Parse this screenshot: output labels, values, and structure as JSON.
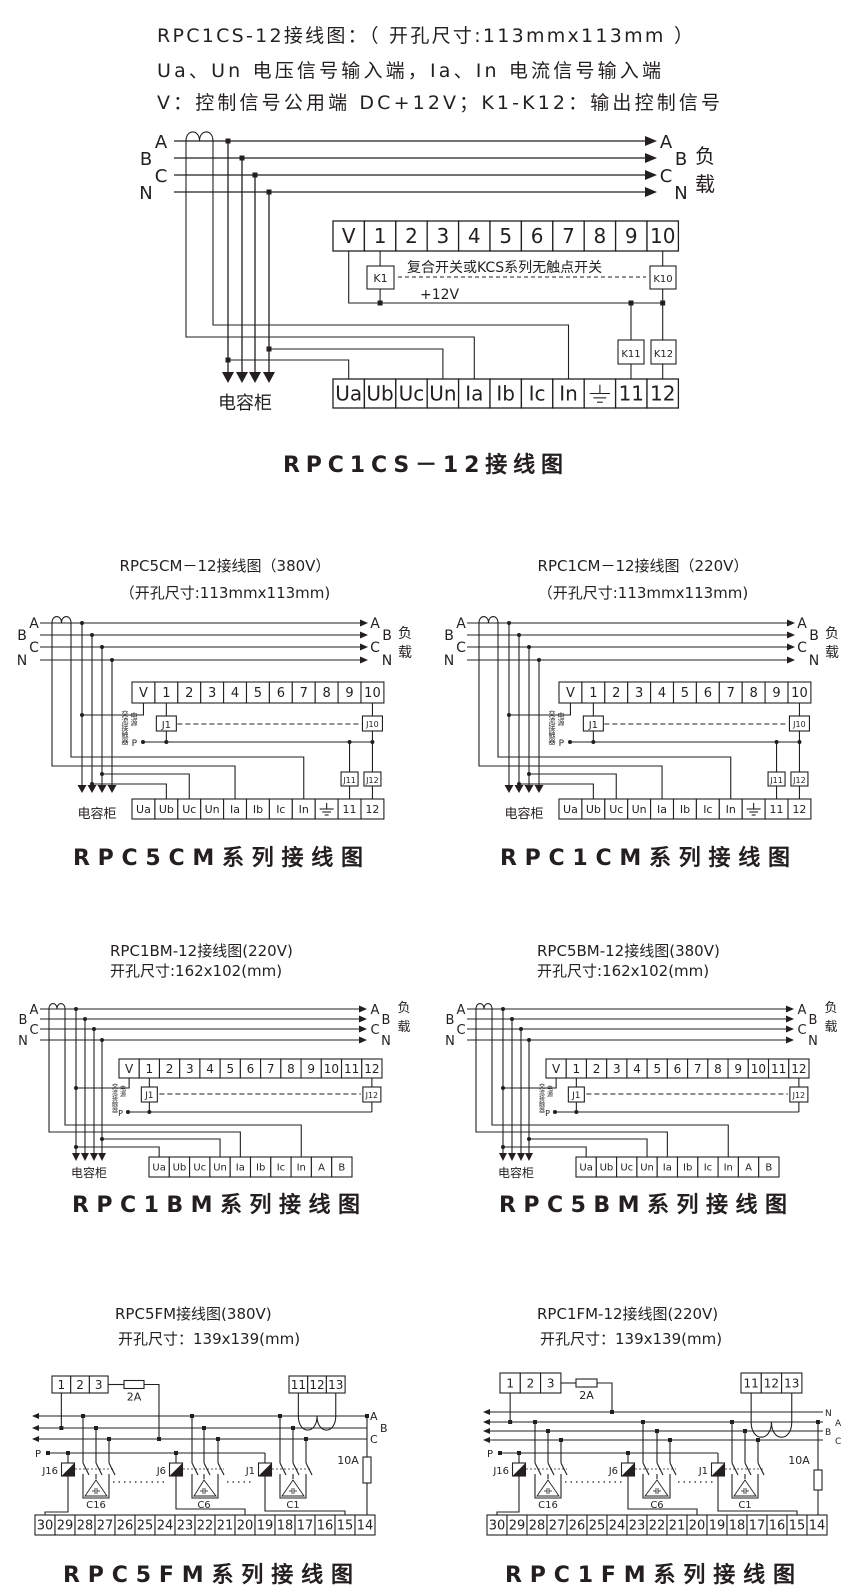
{
  "header": {
    "lines": [
      "RPC1CS-12接线图：（ 开孔尺寸:113mmx113mm ）",
      "Ua、Un 电压信号输入端，Ia、In  电流信号输入端",
      "V：控制信号公用端 DC+12V；K1-K12：输出控制信号"
    ]
  },
  "icons": {
    "ground": "ground-icon",
    "fuse": "fuse-icon",
    "relay": "relay-coil-icon",
    "capacitor": "capacitor-bank-icon"
  },
  "cs": {
    "title": "RPC1CS－12接线图",
    "phases": [
      "A",
      "B",
      "C",
      "N"
    ],
    "load": [
      "负",
      "载"
    ],
    "top_terminals": [
      "V",
      "1",
      "2",
      "3",
      "4",
      "5",
      "6",
      "7",
      "8",
      "9",
      "10"
    ],
    "bottom_terminals": [
      "Ua",
      "Ub",
      "Uc",
      "Un",
      "Ia",
      "Ib",
      "Ic",
      "In",
      null,
      "11",
      "12"
    ],
    "relays": [
      "K1",
      "K10",
      "K11",
      "K12"
    ],
    "switch_note": "复合开关或KCS系列无触点开关",
    "supply": "+12V",
    "cabinet": "电容柜"
  },
  "cm": [
    {
      "subtitle": [
        "RPC5CM－12接线图（380V）",
        "（开孔尺寸:113mmx113mm)"
      ],
      "title": "RPC5CM系列接线图",
      "phases": [
        "A",
        "B",
        "C",
        "N"
      ],
      "load": [
        "负",
        "载"
      ],
      "top_terminals": [
        "V",
        "1",
        "2",
        "3",
        "4",
        "5",
        "6",
        "7",
        "8",
        "9",
        "10"
      ],
      "bottom_terminals": [
        "Ua",
        "Ub",
        "Uc",
        "Un",
        "Ia",
        "Ib",
        "Ic",
        "In",
        null,
        "11",
        "12"
      ],
      "relays": [
        "J1",
        "J10",
        "J11",
        "J12"
      ],
      "power": "电源",
      "contactor": "交流接触器",
      "p": "P",
      "cabinet": "电容柜"
    },
    {
      "subtitle": [
        "RPC1CM－12接线图（220V）",
        "（开孔尺寸:113mmx113mm)"
      ],
      "title": "RPC1CM系列接线图",
      "phases": [
        "A",
        "B",
        "C",
        "N"
      ],
      "load": [
        "负",
        "载"
      ],
      "top_terminals": [
        "V",
        "1",
        "2",
        "3",
        "4",
        "5",
        "6",
        "7",
        "8",
        "9",
        "10"
      ],
      "bottom_terminals": [
        "Ua",
        "Ub",
        "Uc",
        "Un",
        "Ia",
        "Ib",
        "Ic",
        "In",
        null,
        "11",
        "12"
      ],
      "relays": [
        "J1",
        "J10",
        "J11",
        "J12"
      ],
      "power": "电源",
      "contactor": "交流接触器",
      "p": "P",
      "cabinet": "电容柜"
    }
  ],
  "bm": [
    {
      "subtitle": [
        "RPC1BM-12接线图(220V)",
        "开孔尺寸:162x102(mm)"
      ],
      "title": "RPC1BM系列接线图",
      "phases": [
        "A",
        "B",
        "C",
        "N"
      ],
      "load": [
        "负",
        "载"
      ],
      "top_terminals": [
        "V",
        "1",
        "2",
        "3",
        "4",
        "5",
        "6",
        "7",
        "8",
        "9",
        "10",
        "11",
        "12"
      ],
      "bottom_terminals": [
        "Ua",
        "Ub",
        "Uc",
        "Un",
        "Ia",
        "Ib",
        "Ic",
        "In",
        "A",
        "B"
      ],
      "relays": [
        "J1",
        "J12"
      ],
      "power": "电源",
      "contactor": "交流接触器",
      "p": "P",
      "cabinet": "电容柜"
    },
    {
      "subtitle": [
        "RPC5BM-12接线图(380V)",
        "开孔尺寸:162x102(mm)"
      ],
      "title": "RPC5BM系列接线图",
      "phases": [
        "A",
        "B",
        "C",
        "N"
      ],
      "load": [
        "负",
        "载"
      ],
      "top_terminals": [
        "V",
        "1",
        "2",
        "3",
        "4",
        "5",
        "6",
        "7",
        "8",
        "9",
        "10",
        "11",
        "12"
      ],
      "bottom_terminals": [
        "Ua",
        "Ub",
        "Uc",
        "Un",
        "Ia",
        "Ib",
        "Ic",
        "In",
        "A",
        "B"
      ],
      "relays": [
        "J1",
        "J12"
      ],
      "power": "电源",
      "contactor": "交流接触器",
      "p": "P",
      "cabinet": "电容柜"
    }
  ],
  "fm": [
    {
      "subtitle": [
        "RPC5FM接线图(380V)",
        "开孔尺寸：139x139(mm)"
      ],
      "title": "RPC5FM系列接线图",
      "buses": [
        "A",
        "B",
        "C"
      ],
      "power_terminals": [
        "1",
        "2",
        "3"
      ],
      "ct_terminals": [
        "11",
        "12",
        "13"
      ],
      "fuse_small": "2A",
      "fuse_main": "10A",
      "p": "P",
      "relays": [
        "J16",
        "J6",
        "J1"
      ],
      "capacitors": [
        "C16",
        "C6",
        "C1"
      ],
      "bottom_terminals": [
        "30",
        "29",
        "28",
        "27",
        "26",
        "25",
        "24",
        "23",
        "22",
        "21",
        "20",
        "19",
        "18",
        "17",
        "16",
        "15",
        "14"
      ]
    },
    {
      "subtitle": [
        "RPC1FM-12接线图(220V)",
        "开孔尺寸：139x139(mm)"
      ],
      "title": "RPC1FM系列接线图",
      "buses": [
        "N",
        "A",
        "B",
        "C"
      ],
      "power_terminals": [
        "1",
        "2",
        "3"
      ],
      "ct_terminals": [
        "11",
        "12",
        "13"
      ],
      "fuse_small": "2A",
      "fuse_main": "10A",
      "p": "P",
      "relays": [
        "J16",
        "J6",
        "J1"
      ],
      "capacitors": [
        "C16",
        "C6",
        "C1"
      ],
      "bottom_terminals": [
        "30",
        "29",
        "28",
        "27",
        "26",
        "25",
        "24",
        "23",
        "22",
        "21",
        "20",
        "19",
        "18",
        "17",
        "16",
        "15",
        "14"
      ]
    }
  ]
}
